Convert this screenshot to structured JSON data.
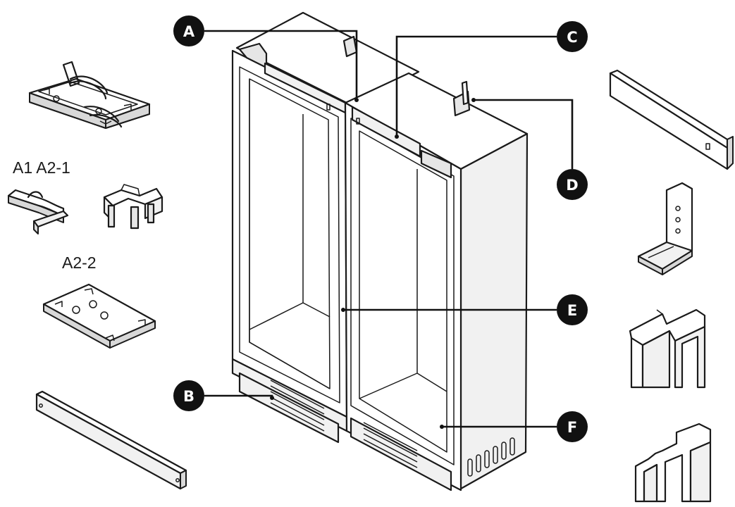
{
  "part_labels": {
    "a1_a2_1": "A1 A2-1",
    "a2_2": "A2-2"
  },
  "callouts": [
    {
      "letter": "A"
    },
    {
      "letter": "B"
    },
    {
      "letter": "C"
    },
    {
      "letter": "D"
    },
    {
      "letter": "E"
    },
    {
      "letter": "F"
    }
  ],
  "colors": {
    "line": "#1a1a1a",
    "background": "#ffffff",
    "callout_fill": "#111111"
  }
}
